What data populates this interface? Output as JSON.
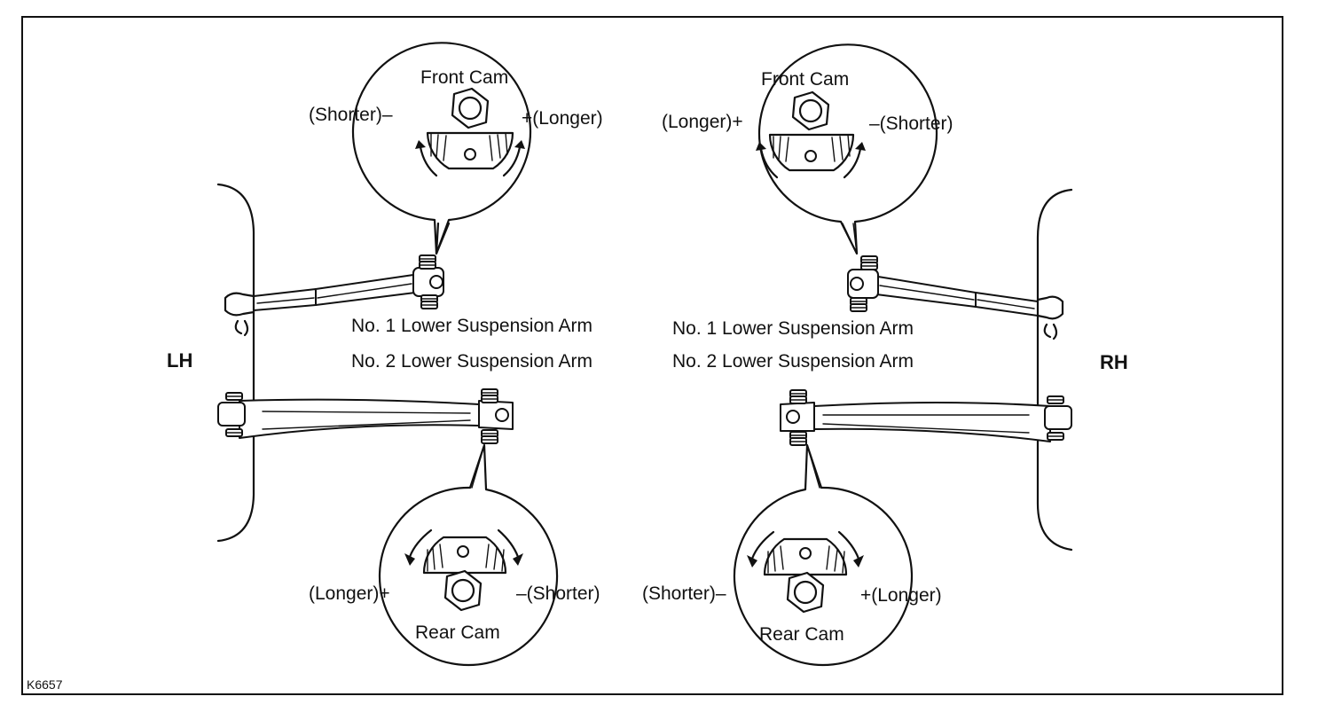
{
  "figure_id": "K6657",
  "sides": {
    "left": "LH",
    "right": "RH"
  },
  "arms": {
    "no1_left": "No. 1 Lower Suspension Arm",
    "no2_left": "No. 2 Lower Suspension Arm",
    "no1_right": "No. 1 Lower Suspension Arm",
    "no2_right": "No. 2 Lower Suspension Arm"
  },
  "front_cam_lh": {
    "title": "Front Cam",
    "left": "(Shorter)–",
    "right": "+(Longer)"
  },
  "front_cam_rh": {
    "title": "Front Cam",
    "left": "(Longer)+",
    "right": "–(Shorter)"
  },
  "rear_cam_lh": {
    "title": "Rear Cam",
    "left": "(Longer)+",
    "right": "–(Shorter)"
  },
  "rear_cam_rh": {
    "title": "Rear Cam",
    "left": "(Shorter)–",
    "right": "+(Longer)"
  },
  "colors": {
    "line": "#111111",
    "background": "#ffffff"
  }
}
